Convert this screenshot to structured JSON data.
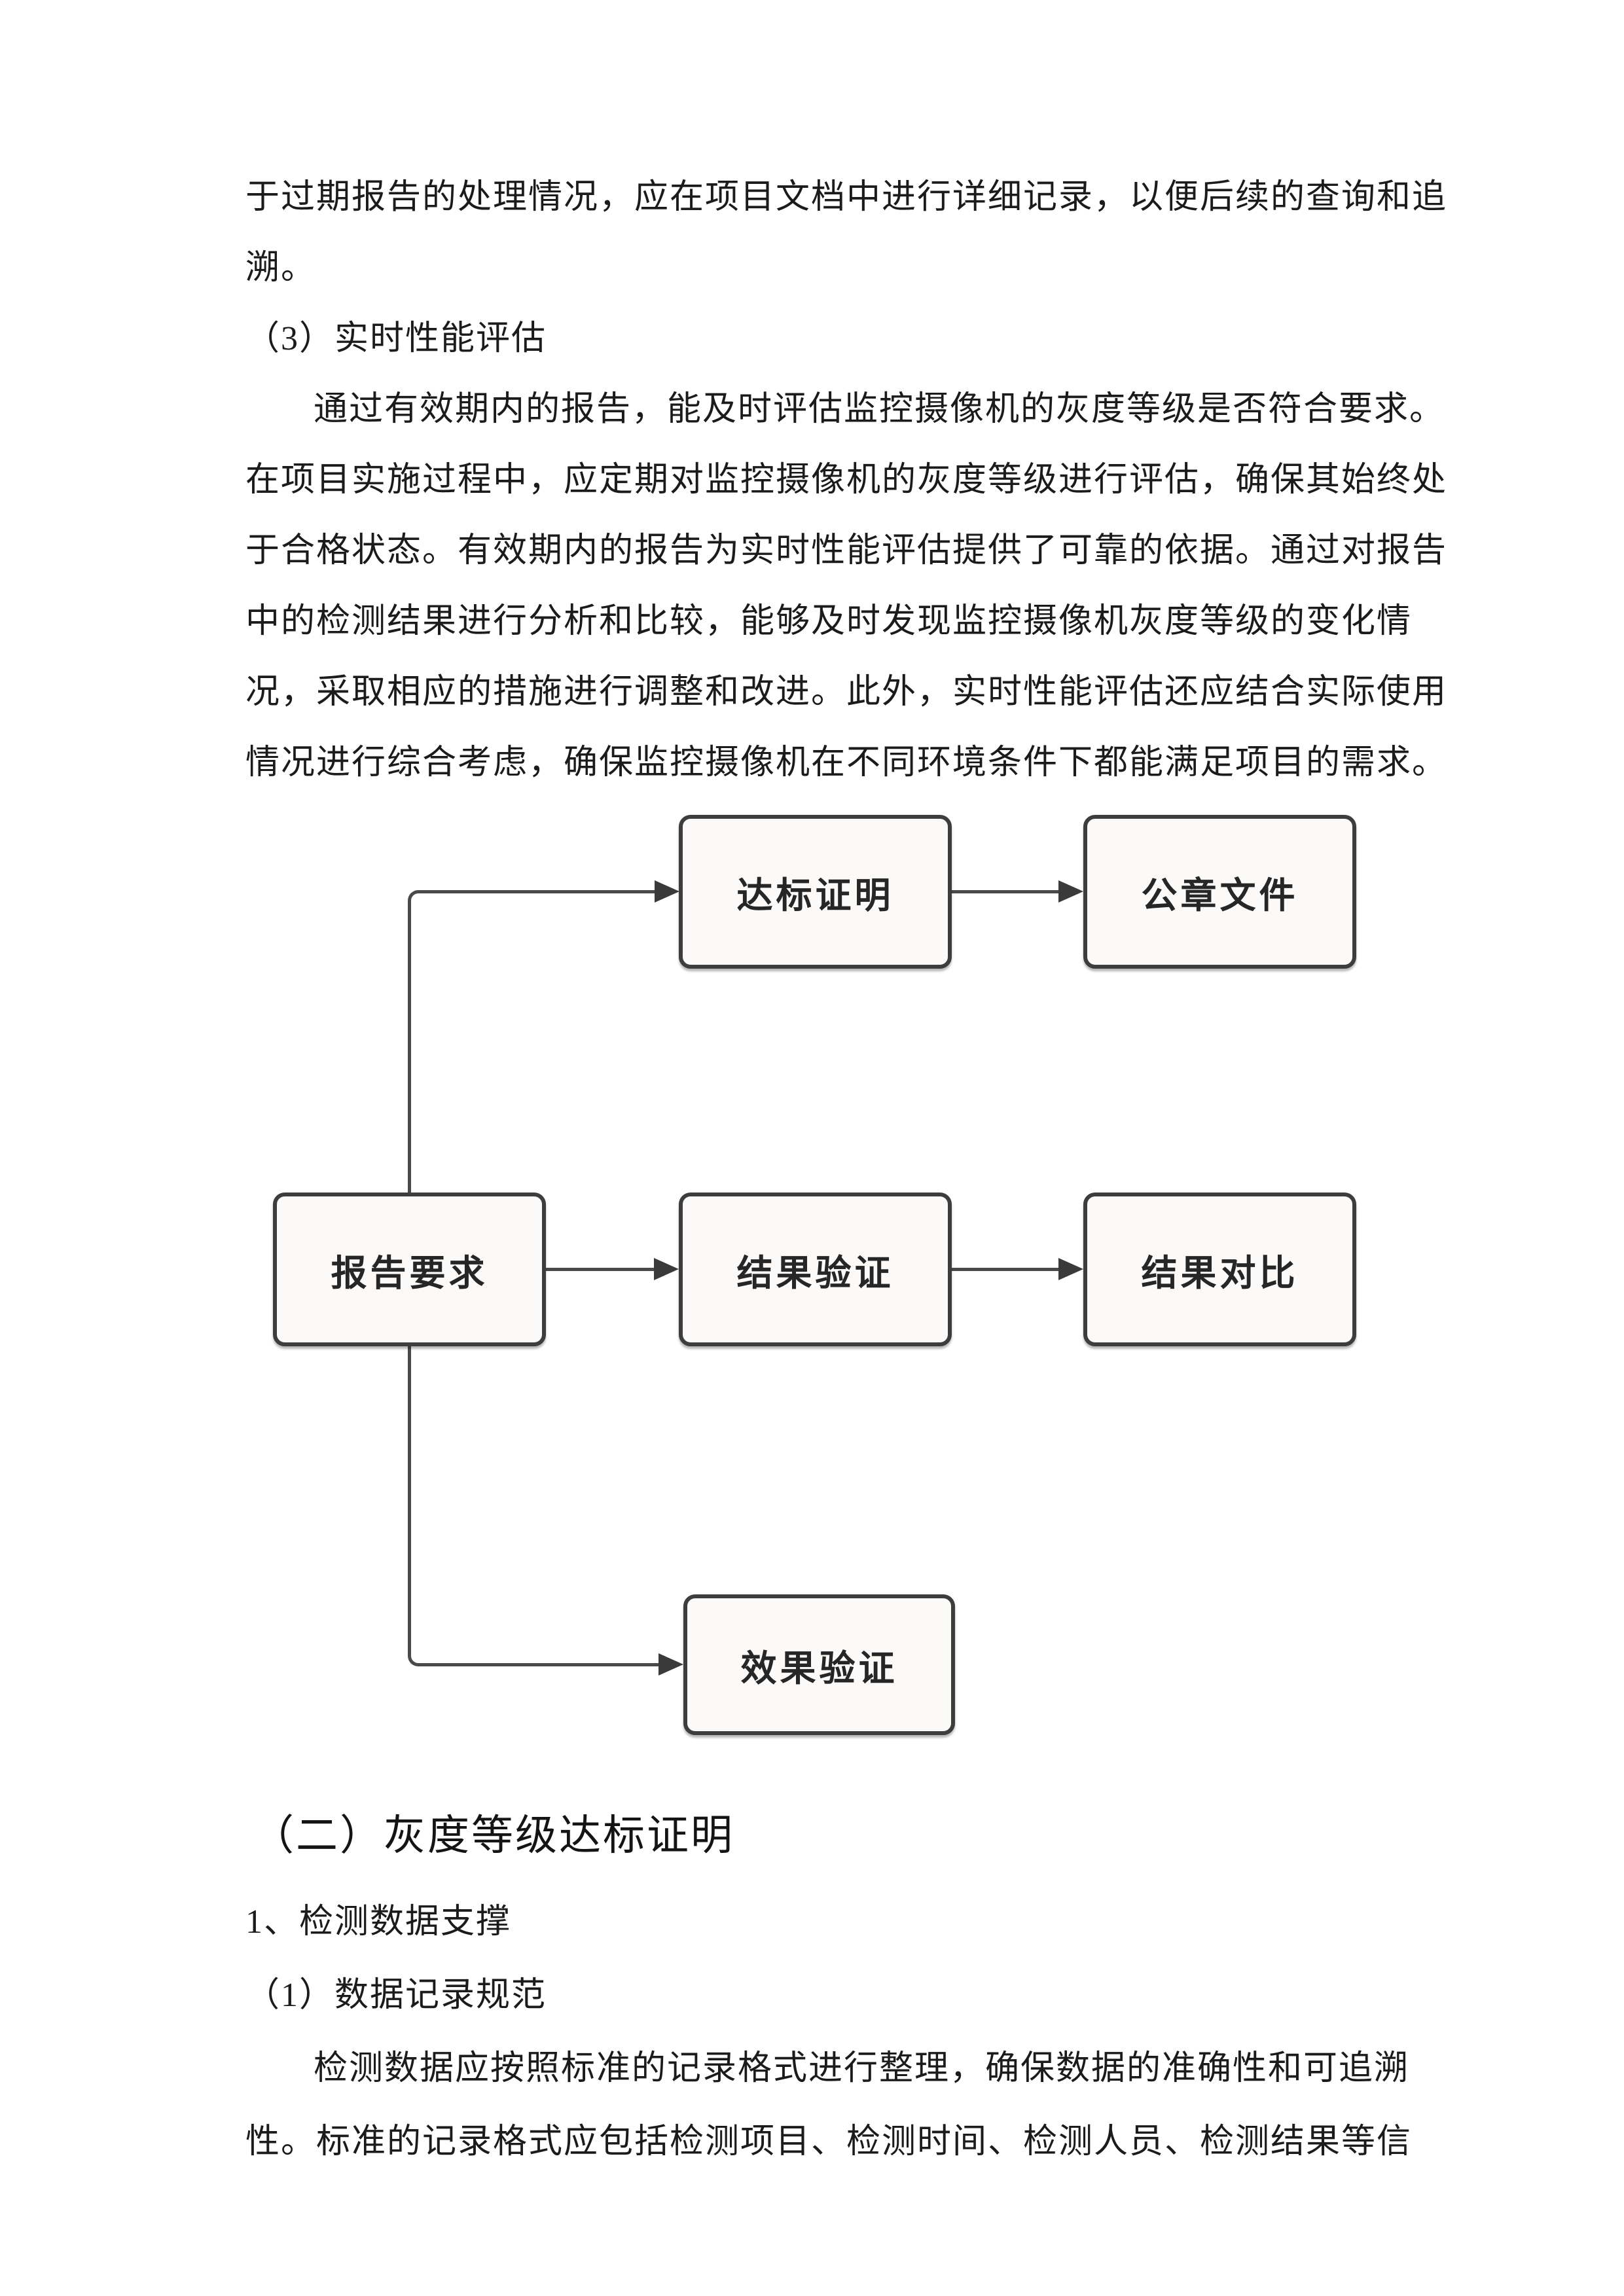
{
  "colors": {
    "page_background": "#ffffff",
    "text": "#1b1b1b",
    "box_fill": "#fbfaf8",
    "box_border": "#3d3d3d",
    "connector": "#4a4a4a",
    "arrowhead": "#3a3a3a"
  },
  "doc": {
    "para_overdue": [
      "于过期报告的处理情况，应在项目文档中进行详细记录，以便后续的查询和追",
      "溯。"
    ],
    "heading_item3": "（3）实时性能评估",
    "para_realtime": [
      "通过有效期内的报告，能及时评估监控摄像机的灰度等级是否符合要求。",
      "在项目实施过程中，应定期对监控摄像机的灰度等级进行评估，确保其始终处",
      "于合格状态。有效期内的报告为实时性能评估提供了可靠的依据。通过对报告",
      "中的检测结果进行分析和比较，能够及时发现监控摄像机灰度等级的变化情",
      "况，采取相应的措施进行调整和改进。此外，实时性能评估还应结合实际使用",
      "情况进行综合考虑，确保监控摄像机在不同环境条件下都能满足项目的需求。"
    ],
    "flowchart": {
      "node_dabiaozhengming": "达标证明",
      "node_gongzhangwenjian": "公章文件",
      "node_baogaoyaoqiu": "报告要求",
      "node_jieguoyanzheng": "结果验证",
      "node_jieguoduibi": "结果对比",
      "node_xiaoguoyanzheng": "效果验证"
    },
    "heading_section2": "（二）灰度等级达标证明",
    "heading_item1": "1、检测数据支撑",
    "heading_sub1": "（1）数据记录规范",
    "para_data": [
      "检测数据应按照标准的记录格式进行整理，确保数据的准确性和可追溯",
      "性。标准的记录格式应包括检测项目、检测时间、检测人员、检测结果等信"
    ]
  }
}
